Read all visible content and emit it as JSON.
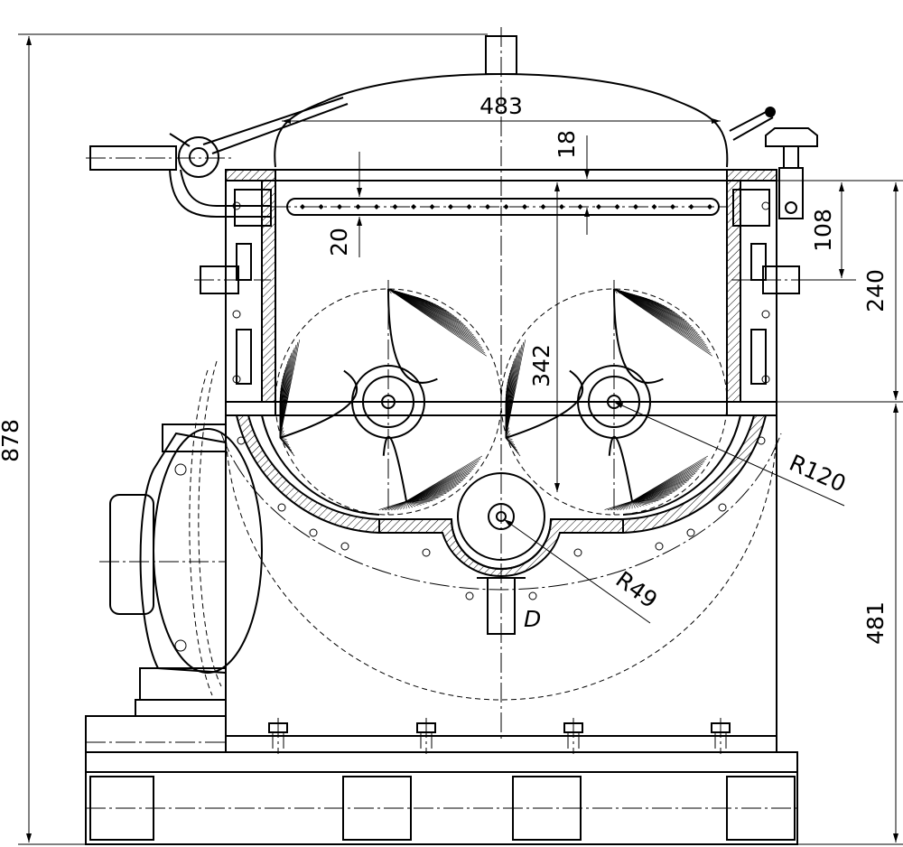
{
  "drawing": {
    "dimensions": {
      "overall_height": "878",
      "lid_width": "483",
      "offset_18": "18",
      "offset_20": "20",
      "depth_108": "108",
      "height_240": "240",
      "height_342": "342",
      "radius_120": "R120",
      "radius_49": "R49",
      "height_481": "481"
    },
    "outlet_label": "D"
  }
}
